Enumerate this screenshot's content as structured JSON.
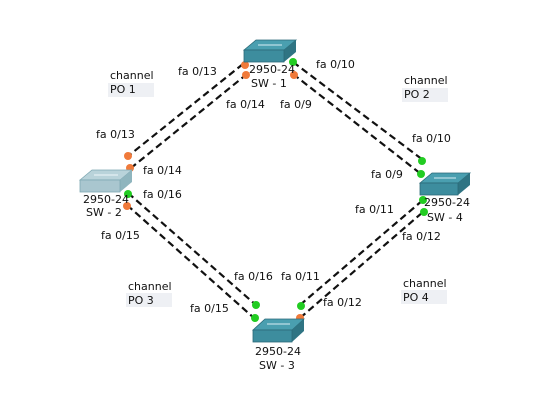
{
  "switches": {
    "sw1": {
      "model": "2950-24",
      "name": "SW - 1"
    },
    "sw2": {
      "model": "2950-24",
      "name": "SW - 2"
    },
    "sw3": {
      "model": "2950-24",
      "name": "SW - 3"
    },
    "sw4": {
      "model": "2950-24",
      "name": "SW - 4"
    }
  },
  "channels": {
    "po1": {
      "line1": "channel",
      "line2": "PO 1"
    },
    "po2": {
      "line1": "channel",
      "line2": "PO 2"
    },
    "po3": {
      "line1": "channel",
      "line2": "PO 3"
    },
    "po4": {
      "line1": "channel",
      "line2": "PO 4"
    }
  },
  "ports": {
    "sw1_fa013": "fa 0/13",
    "sw1_fa014": "fa 0/14",
    "sw1_fa010": "fa 0/10",
    "sw1_fa09": "fa 0/9",
    "sw2_fa013": "fa 0/13",
    "sw2_fa014": "fa 0/14",
    "sw2_fa016": "fa 0/16",
    "sw2_fa015": "fa 0/15",
    "sw4_fa010": "fa 0/10",
    "sw4_fa09": "fa 0/9",
    "sw4_fa011": "fa 0/11",
    "sw4_fa012": "fa 0/12",
    "sw3_fa016": "fa 0/16",
    "sw3_fa015": "fa 0/15",
    "sw3_fa011": "fa 0/11",
    "sw3_fa012": "fa 0/12"
  },
  "colors": {
    "link_up": "#22cc22",
    "link_blocked": "#f07a3a",
    "switch_top": "#4a9fb0",
    "switch_side": "#2f7483",
    "switch2_top": "#a9c6cf"
  }
}
